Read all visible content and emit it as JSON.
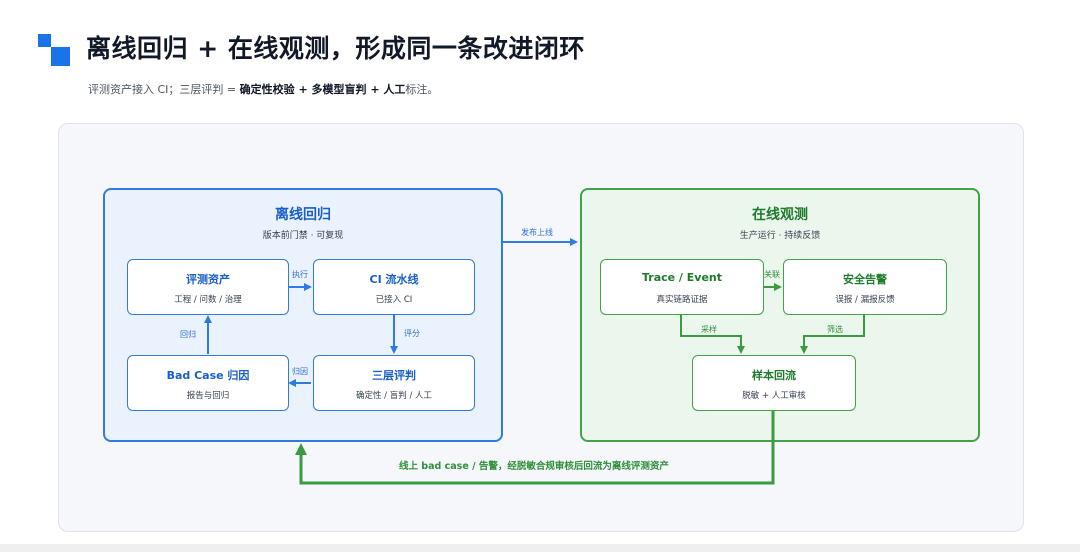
{
  "header": {
    "title": "离线回归 + 在线观测，形成同一条改进闭环",
    "subtitle_prefix": "评测资产接入 CI；三层评判 = ",
    "subtitle_bold": "确定性校验 + 多模型盲判 + 人工",
    "subtitle_suffix": "标注。"
  },
  "offline": {
    "title": "离线回归",
    "subtitle": "版本前门禁 · 可复现",
    "nodes": {
      "eval_assets": {
        "title": "评测资产",
        "sub": "工程 / 问数 / 治理"
      },
      "ci_pipeline": {
        "title": "CI 流水线",
        "sub": "已接入 CI"
      },
      "badcase": {
        "title": "Bad Case 归因",
        "sub": "报告与回归"
      },
      "judging": {
        "title": "三层评判",
        "sub": "确定性 / 盲判 / 人工"
      }
    },
    "edges": {
      "execute": "执行",
      "score": "评分",
      "attribute": "归因",
      "regress": "回归"
    }
  },
  "online": {
    "title": "在线观测",
    "subtitle": "生产运行 · 持续反馈",
    "nodes": {
      "trace": {
        "title": "Trace / Event",
        "sub": "真实链路证据"
      },
      "alert": {
        "title": "安全告警",
        "sub": "误报 / 漏报反馈"
      },
      "reflow": {
        "title": "样本回流",
        "sub": "脱敏 + 人工审核"
      }
    },
    "edges": {
      "associate": "关联",
      "sample": "采样",
      "filter": "筛选"
    }
  },
  "bridge": {
    "release": "发布上线"
  },
  "feedback": {
    "label": "线上 bad case / 告警，经脱敏合规审核后回流为离线评测资产"
  },
  "colors": {
    "offline_accent": "#2f7be0",
    "online_accent": "#41a447",
    "brand_mark": "#1a73e8"
  }
}
